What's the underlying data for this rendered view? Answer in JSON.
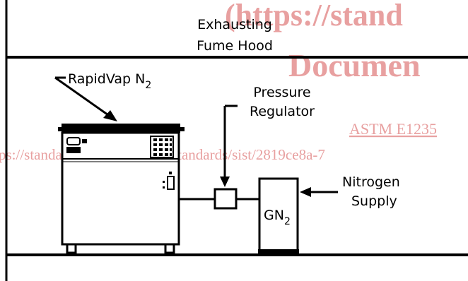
{
  "labels": {
    "hood_line1": "Exhausting",
    "hood_line2": "Fume Hood",
    "evaporator_name": "RapidVap N",
    "evaporator_sub": "2",
    "regulator_line1": "Pressure",
    "regulator_line2": "Regulator",
    "cylinder_main": "GN",
    "cylinder_sub": "2",
    "supply_line1": "Nitrogen",
    "supply_line2": "Supply"
  },
  "watermark": {
    "line1": "(https://stand",
    "line2": "Documen",
    "line3": "ASTM E1235",
    "line4": "ps://standards.iteh.ai/catalog/standards/sist/2819ce8a-7"
  },
  "colors": {
    "ink": "#000000",
    "watermark": "#e8a0a0",
    "background": "#ffffff"
  }
}
